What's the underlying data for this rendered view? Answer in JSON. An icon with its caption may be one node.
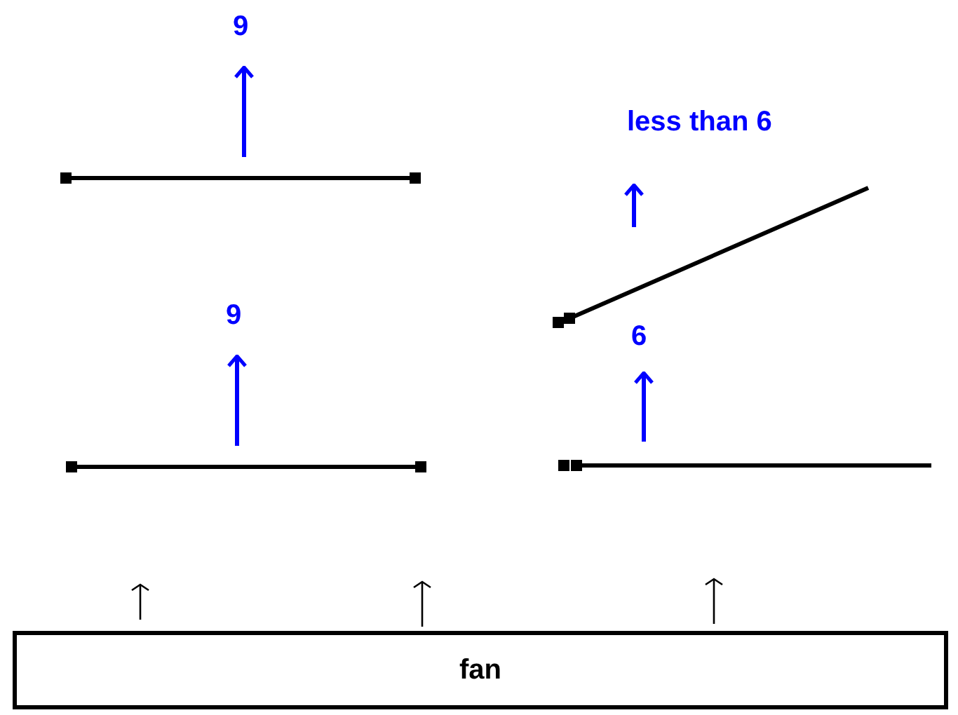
{
  "diagram": {
    "nodes": [
      {
        "text": [
          "fan"
        ]
      }
    ],
    "labels": [
      "9",
      "less than 6",
      "9",
      "6"
    ]
  }
}
